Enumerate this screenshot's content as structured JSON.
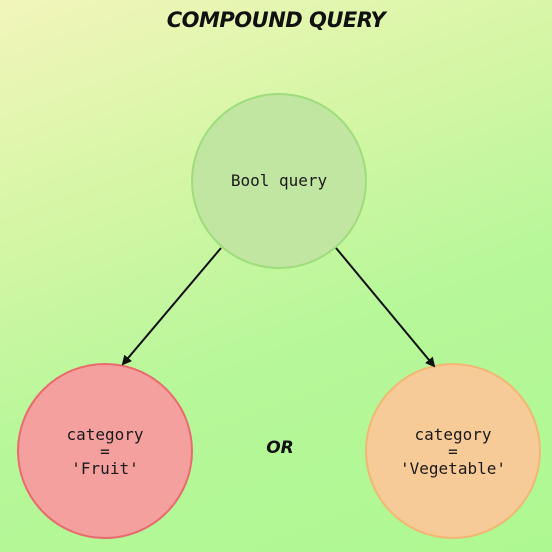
{
  "title": "COMPOUND QUERY",
  "operator": "OR",
  "nodes": {
    "root": {
      "label": "Bool query",
      "fill": "#c1e6a1",
      "stroke": "#9fdc7e"
    },
    "left": {
      "line1": "category",
      "line2": "=",
      "line3": "'Fruit'",
      "fill": "#f3a09f",
      "stroke": "#e96b6d"
    },
    "right": {
      "line1": "category",
      "line2": "=",
      "line3": "'Vegetable'",
      "fill": "#f7cb97",
      "stroke": "#f1b774"
    }
  }
}
